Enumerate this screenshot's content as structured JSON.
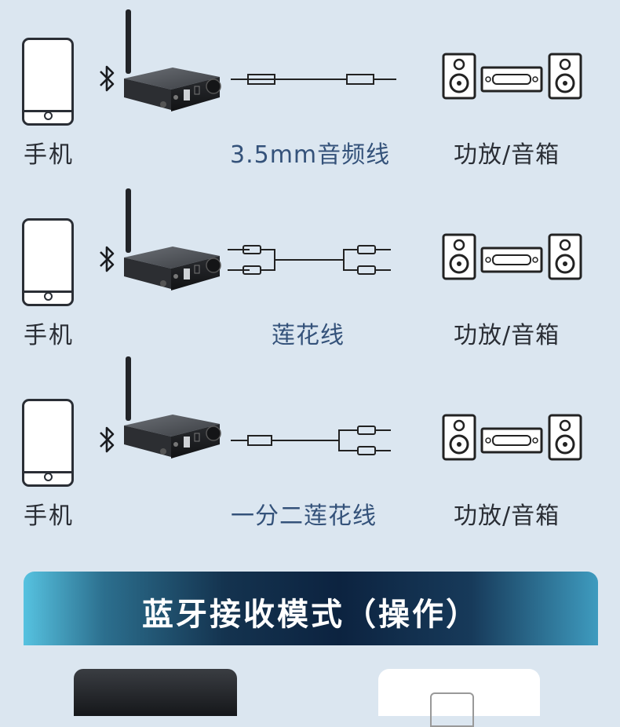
{
  "rows": [
    {
      "device_label": "手机",
      "cable_label": "3.5mm音频线",
      "amp_label": "功放/音箱"
    },
    {
      "device_label": "手机",
      "cable_label": "莲花线",
      "amp_label": "功放/音箱"
    },
    {
      "device_label": "手机",
      "cable_label": "一分二莲花线",
      "amp_label": "功放/音箱"
    }
  ],
  "banner": {
    "title": "蓝牙接收模式（操作）"
  },
  "icons": [
    "phone-icon",
    "bluetooth-icon",
    "receiver-device",
    "cable-icon",
    "speaker-icon",
    "amplifier-icon"
  ],
  "colors": {
    "background": "#dbe6f0",
    "text": "#2a2e35",
    "cable_text": "#34527a",
    "banner_text": "#ffffff"
  }
}
